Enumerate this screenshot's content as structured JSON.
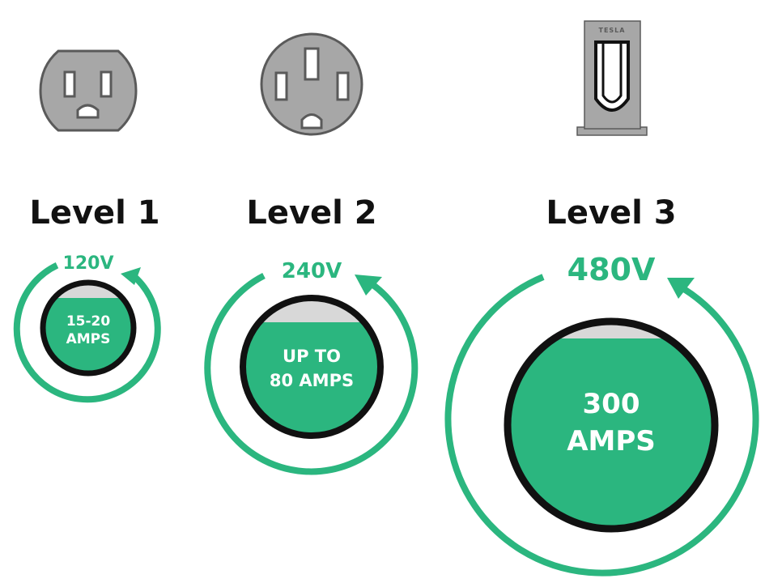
{
  "colors": {
    "accent": "#2bb67f",
    "plug_fill": "#a7a7a7",
    "plug_stroke": "#5a5a5a",
    "ring_stroke": "#111111",
    "empty_top": "#d8d8d8",
    "text_dark": "#111111"
  },
  "levels": [
    {
      "title": "Level 1",
      "voltage": "120V",
      "amps_lines": [
        "15-20",
        "AMPS"
      ],
      "icon": "nema-5-15-outlet-icon"
    },
    {
      "title": "Level 2",
      "voltage": "240V",
      "amps_lines": [
        "UP TO",
        "80 AMPS"
      ],
      "icon": "nema-14-50-outlet-icon"
    },
    {
      "title": "Level 3",
      "voltage": "480V",
      "amps_lines": [
        "300",
        "AMPS"
      ],
      "icon": "tesla-supercharger-icon",
      "icon_label": "TESLA"
    }
  ]
}
